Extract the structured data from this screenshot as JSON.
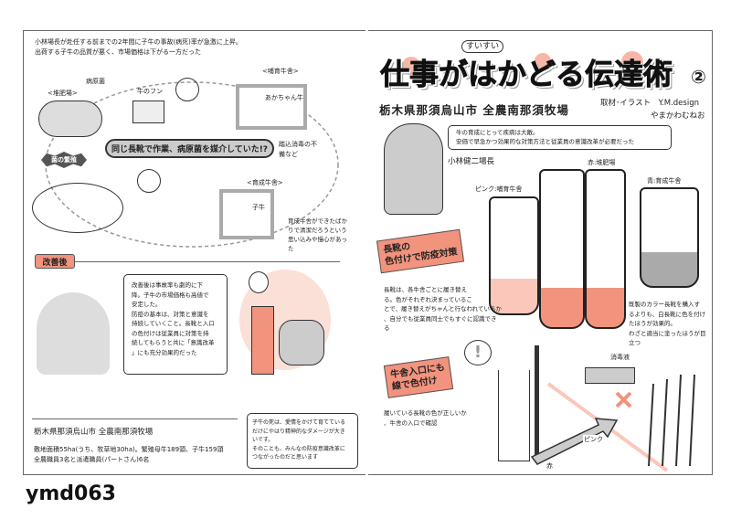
{
  "left_page": {
    "intro": [
      "小林場長が赴任する前までの2年間に子牛の事故(病死)率が急激に上昇。",
      "出荷する子牛の品質が悪く、市場価格は下がる一方だった"
    ],
    "labels": {
      "compost": "<堆肥場>",
      "pathogen": "病原菌",
      "dung": "牛のフン",
      "nursery": "<哺育牛舎>",
      "baby_calf": "あかちゃん牛",
      "growing": "<育成牛舎>",
      "calf": "子牛",
      "bacteria": "菌の繁殖",
      "disinfect": [
        "踏込消毒の不",
        "備など"
      ],
      "complacency": [
        "育成牛舎ができたばか",
        "りで清潔だろうという",
        "思い込みや慢心があっ",
        "た"
      ]
    },
    "banner": "同じ長靴で作業、病原菌を媒介していた!?",
    "after_label": "改善後",
    "after_quote": [
      "改善後は事故率も劇的に下",
      "降。子牛の市場価格も高値で",
      "安定した。",
      "防疫の基本は、対策と意識を",
      "持続していくこと。長靴と入口",
      "の色付けは従業員に対策を持",
      "続してもらうと共に「意識改革",
      "」にも充分効果的だった"
    ],
    "farm_name": "栃木県那須烏山市 全農南那須牧場",
    "farm_details": [
      "敷地面積55ha(うち、牧草地30ha)。繁殖母牛189頭、子牛159頭",
      "全農職員3名と派遣職員(パートさん)6名"
    ],
    "staff_quote": [
      "子牛の死は、愛情をかけて育てている",
      "だけにやはり精神的なダメージが大き",
      "いです。",
      "そのことも、みんなの防疫意識改革に",
      "つながったのだと思います"
    ]
  },
  "right_page": {
    "title": "仕事がはかどる伝達術",
    "title_ruby": "すいすい",
    "issue": "②",
    "subtitle": "栃木県那須烏山市 全農南那須牧場",
    "credit": "取材･イラスト　Y.M.design",
    "credit_name": "やまかわむねお",
    "manager_quote": [
      "牛の育成にとって疾病は大敵。",
      "安価で早急かつ効果的な対策方法と従業員の意識改革が必要だった"
    ],
    "manager_name": "小林健二場長",
    "boot_labels": {
      "red": "赤:堆肥場",
      "blue": "青:育成牛舎",
      "pink": "ピンク:哺育牛舎"
    },
    "tag1": [
      "長靴の",
      "色付けで防疫対策"
    ],
    "boots_text": [
      "長靴は、各牛舎ごとに履き替え",
      "る。色がそれぞれ決まっているこ",
      "とで、履き替えがちゃんと行なわれているか",
      "、自分でも従業員同士でもすぐに認識でき",
      "る"
    ],
    "color_text": [
      "既製のカラー長靴を購入す",
      "るよりも、白長靴に色を付け",
      "たほうが効果的。",
      "わざと適当に塗ったほうが目",
      "立つ"
    ],
    "tag2": [
      "牛舎入口にも",
      "線で色付け"
    ],
    "entrance_text": [
      "履いている長靴の色が正しいか",
      "、牛舎の入口で確認"
    ],
    "labels": {
      "disinfectant": "消毒液",
      "pink": "ピンク",
      "red": "赤",
      "exclaim": "!"
    }
  },
  "page_code": "ymd063",
  "colors": {
    "accent": "#f2937e",
    "light_accent": "#f7b7a8",
    "gray": "#cccccc"
  }
}
